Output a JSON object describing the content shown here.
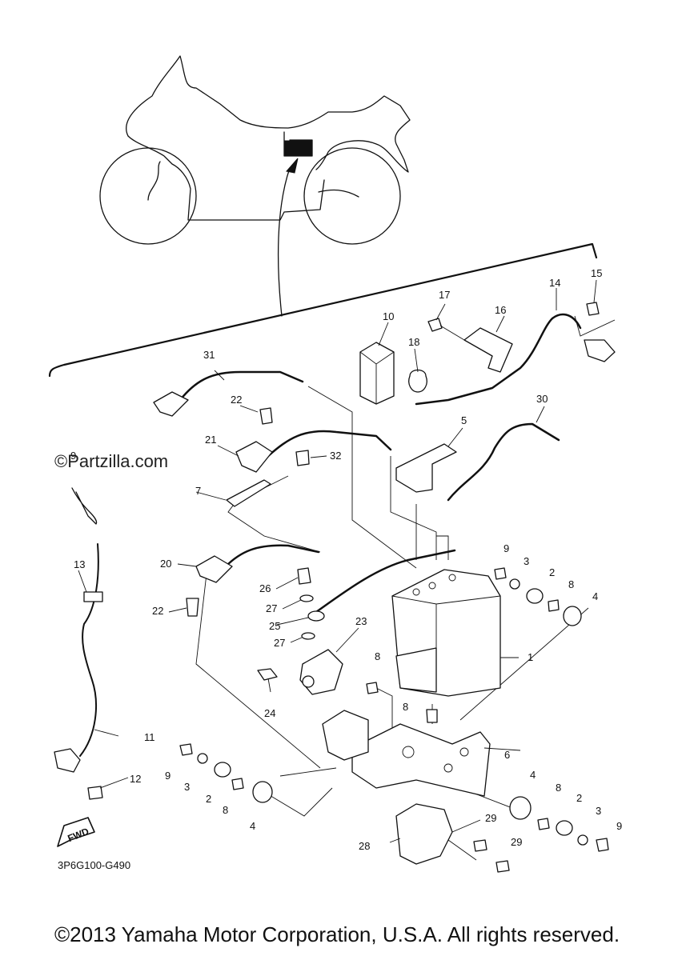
{
  "watermark": "©Partzilla.com",
  "diagram_code": "3P6G100-G490",
  "fwd_label": "FWD",
  "copyright": "©2013 Yamaha Motor Corporation, U.S.A. All rights reserved.",
  "callouts": {
    "c1": "1",
    "c2a": "2",
    "c2b": "2",
    "c2c": "2",
    "c3a": "3",
    "c3b": "3",
    "c3c": "3",
    "c4a": "4",
    "c4b": "4",
    "c4c": "4",
    "c5": "5",
    "c6": "6",
    "c7": "7",
    "c8a": "8",
    "c8b": "8",
    "c8c": "8",
    "c8d": "8",
    "c8e": "8",
    "c9a": "9",
    "c9b": "9",
    "c9c": "9",
    "c9d": "9",
    "c10": "10",
    "c11": "11",
    "c12": "12",
    "c13": "13",
    "c14": "14",
    "c15": "15",
    "c16": "16",
    "c17": "17",
    "c18": "18",
    "c20": "20",
    "c21": "21",
    "c22a": "22",
    "c22b": "22",
    "c23": "23",
    "c24": "24",
    "c25": "25",
    "c26": "26",
    "c27a": "27",
    "c27b": "27",
    "c28": "28",
    "c29a": "29",
    "c29b": "29",
    "c30": "30",
    "c31": "31",
    "c32": "32"
  }
}
